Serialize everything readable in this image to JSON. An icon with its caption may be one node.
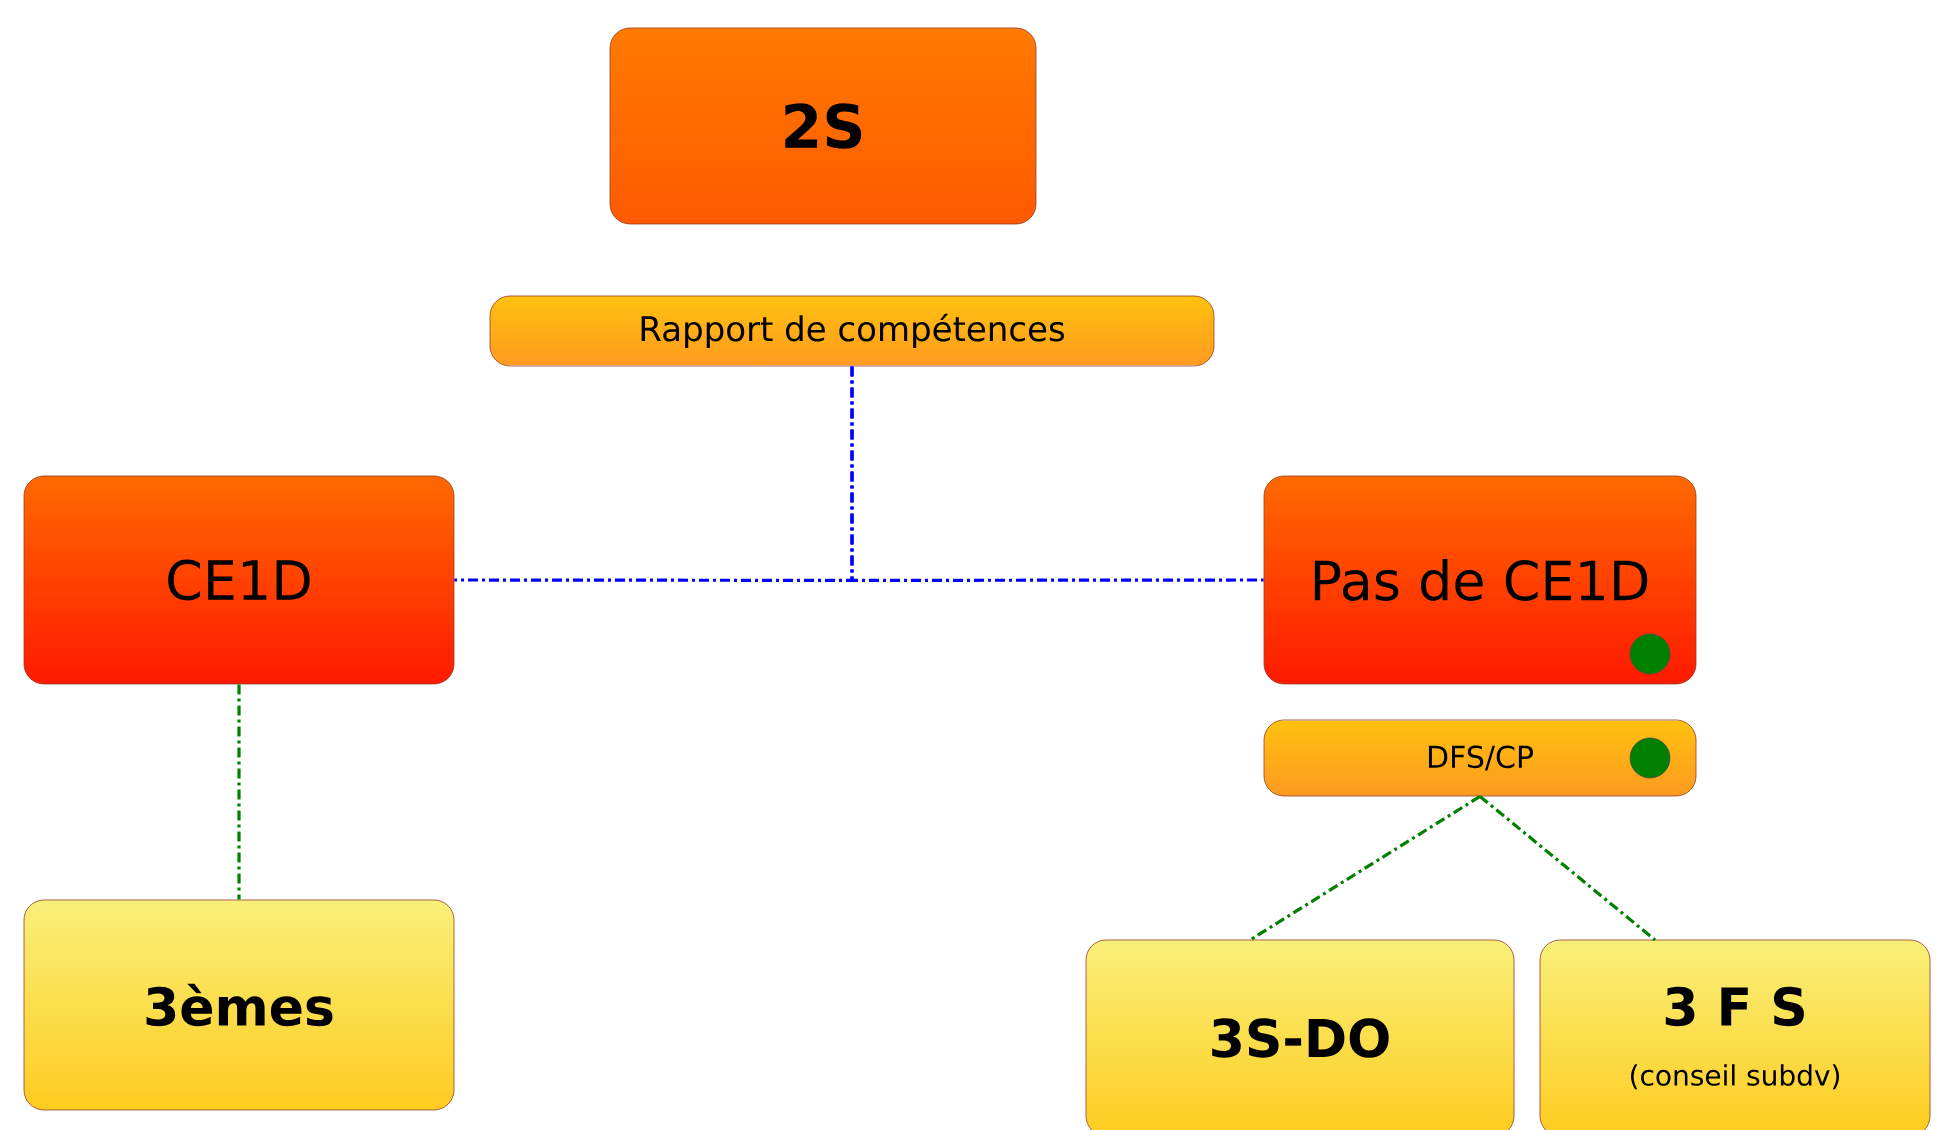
{
  "diagram": {
    "nodes": [
      {
        "text": [
          "2S"
        ]
      },
      {
        "text": [
          "Rapport de compétences"
        ]
      },
      {
        "text": [
          "CE1D"
        ]
      },
      {
        "text": [
          "Pas de CE1D"
        ]
      },
      {
        "text": [
          "DFS/CP"
        ]
      },
      {
        "text": [
          "3èmes"
        ]
      },
      {
        "text": [
          "3S-DO"
        ]
      },
      {
        "text": [
          "3 F S",
          "(conseil subdv)"
        ]
      }
    ],
    "edges": [
      {
        "from": 1,
        "to": 2,
        "arrow": "none",
        "style": "dashed",
        "color": "#0000ff"
      },
      {
        "from": 1,
        "to": 3,
        "arrow": "none",
        "style": "dashed",
        "color": "#0000ff"
      },
      {
        "from": 2,
        "to": 5,
        "arrow": "none",
        "style": "dashed",
        "color": "#008000"
      },
      {
        "from": 4,
        "to": 6,
        "arrow": "none",
        "style": "dashed",
        "color": "#008000"
      },
      {
        "from": 4,
        "to": 7,
        "arrow": "none",
        "style": "dashed",
        "color": "#008000"
      }
    ]
  }
}
